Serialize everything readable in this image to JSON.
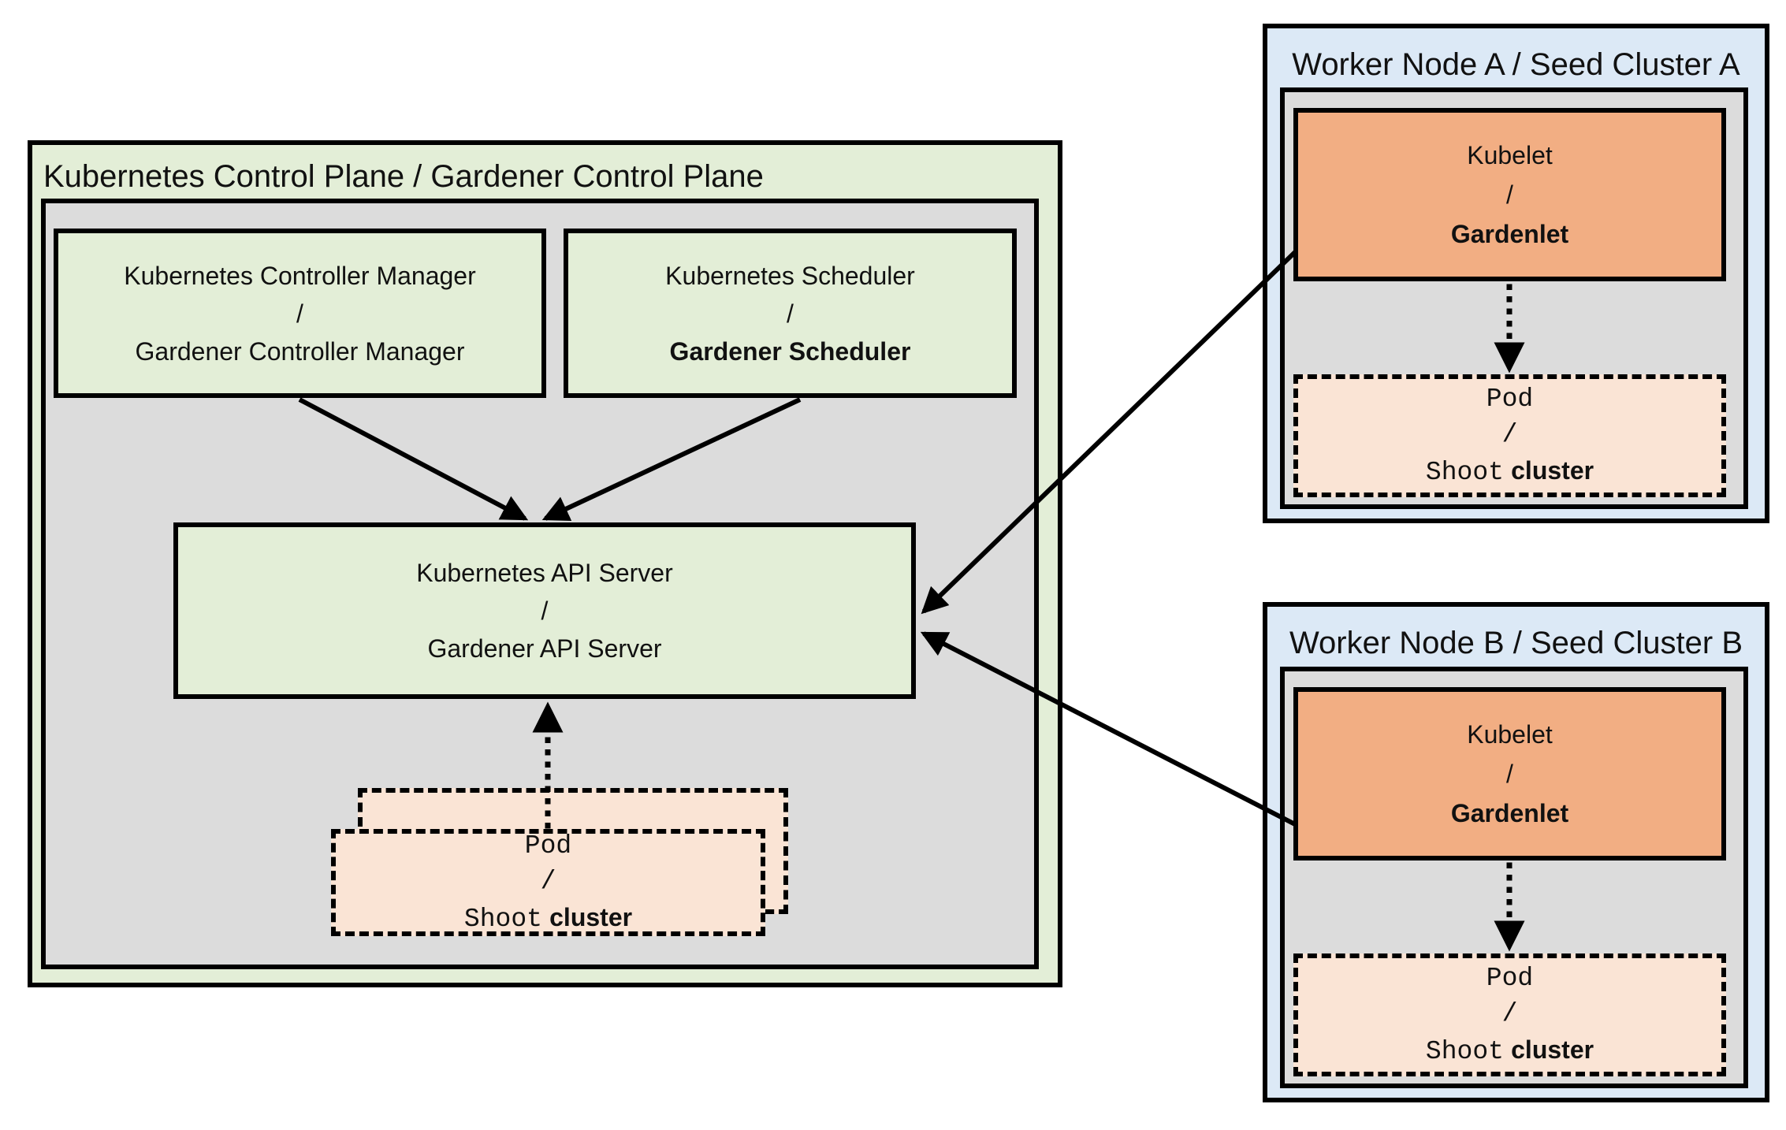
{
  "colors": {
    "canvas_bg": "#ffffff",
    "green_fill": "#e3eed7",
    "gray_fill": "#dcdcdc",
    "blue_fill": "#dce9f6",
    "orange_fill": "#f2ae83",
    "peach_fill": "#fae4d5",
    "line_color": "#000000",
    "text_color": "#111111"
  },
  "control_plane": {
    "title": "Kubernetes Control Plane / Gardener Control Plane",
    "controller_manager": {
      "top": "Kubernetes Controller Manager",
      "slash": "/",
      "bottom": "Gardener Controller Manager"
    },
    "scheduler": {
      "top": "Kubernetes Scheduler",
      "slash": "/",
      "bottom": "Gardener Scheduler"
    },
    "api_server": {
      "top": "Kubernetes API Server",
      "slash": "/",
      "bottom": "Gardener API Server"
    },
    "pod": {
      "top": "Pod",
      "slash": "/",
      "bottom_mono": "Shoot",
      "bottom_bold": "cluster"
    }
  },
  "worker_node_a": {
    "title": "Worker Node A / Seed Cluster A",
    "kubelet": {
      "top": "Kubelet",
      "slash": "/",
      "bottom": "Gardenlet"
    },
    "pod": {
      "top": "Pod",
      "slash": "/",
      "bottom_mono": "Shoot",
      "bottom_bold": "cluster"
    }
  },
  "worker_node_b": {
    "title": "Worker Node B / Seed Cluster B",
    "kubelet": {
      "top": "Kubelet",
      "slash": "/",
      "bottom": "Gardenlet"
    },
    "pod": {
      "top": "Pod",
      "slash": "/",
      "bottom_mono": "Shoot",
      "bottom_bold": "cluster"
    }
  }
}
